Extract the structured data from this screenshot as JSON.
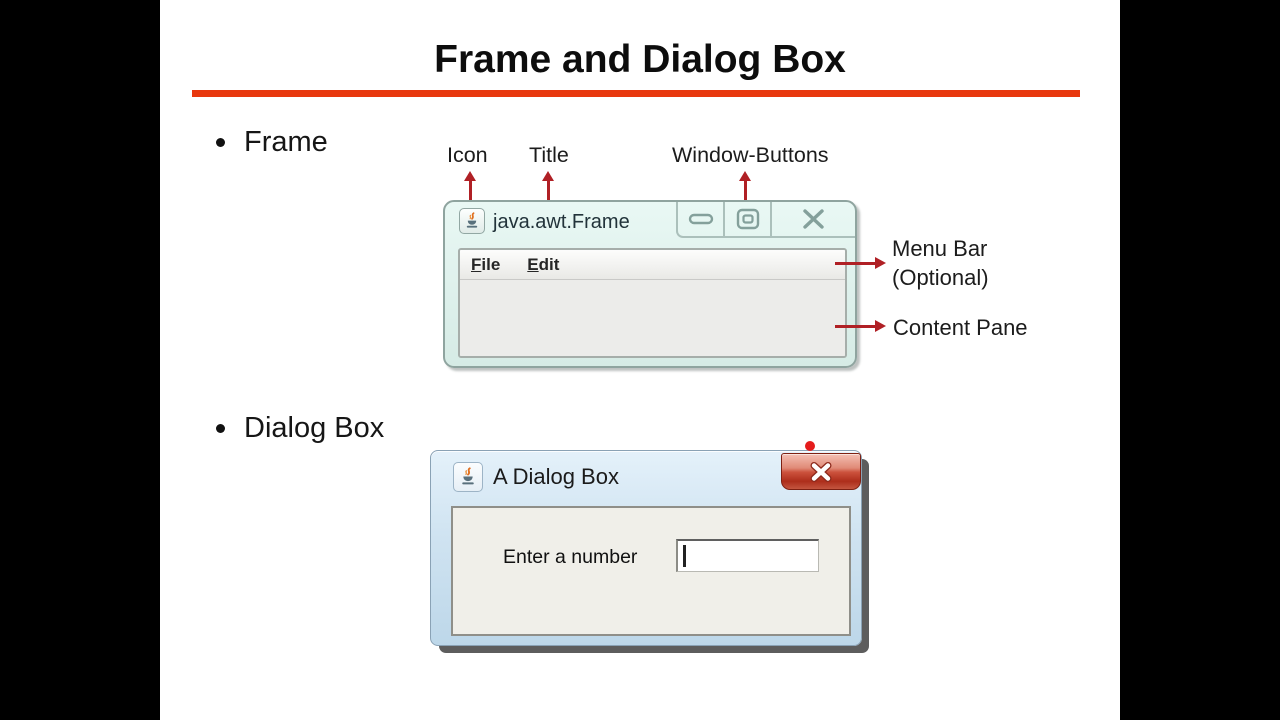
{
  "slide": {
    "title": "Frame and Dialog Box",
    "bullets": [
      {
        "label": "Frame"
      },
      {
        "label": "Dialog Box"
      }
    ]
  },
  "colors": {
    "accent_rule": "#e8380e",
    "callout_arrow": "#b02025",
    "frame_window_bg": "#ddf0eb",
    "dialog_close_red": "#c0392b",
    "pointer_dot": "#e51c1c"
  },
  "frame_diagram": {
    "callouts_top": [
      {
        "label": "Icon"
      },
      {
        "label": "Title"
      },
      {
        "label": "Window-Buttons"
      }
    ],
    "callouts_right": [
      {
        "line1": "Menu Bar",
        "line2": "(Optional)"
      },
      {
        "line1": "Content Pane",
        "line2": ""
      }
    ],
    "window": {
      "icon": "java-coffee-cup-icon",
      "title": "java.awt.Frame",
      "buttons": [
        {
          "name": "minimize-icon"
        },
        {
          "name": "maximize-icon"
        },
        {
          "name": "close-icon"
        }
      ],
      "menu": [
        {
          "mnemonic": "F",
          "rest": "ile"
        },
        {
          "mnemonic": "E",
          "rest": "dit"
        }
      ]
    }
  },
  "dialog_diagram": {
    "window": {
      "icon": "java-coffee-cup-icon",
      "title": "A Dialog Box",
      "close": "close-icon",
      "field_label": "Enter a number",
      "input_value": ""
    }
  }
}
